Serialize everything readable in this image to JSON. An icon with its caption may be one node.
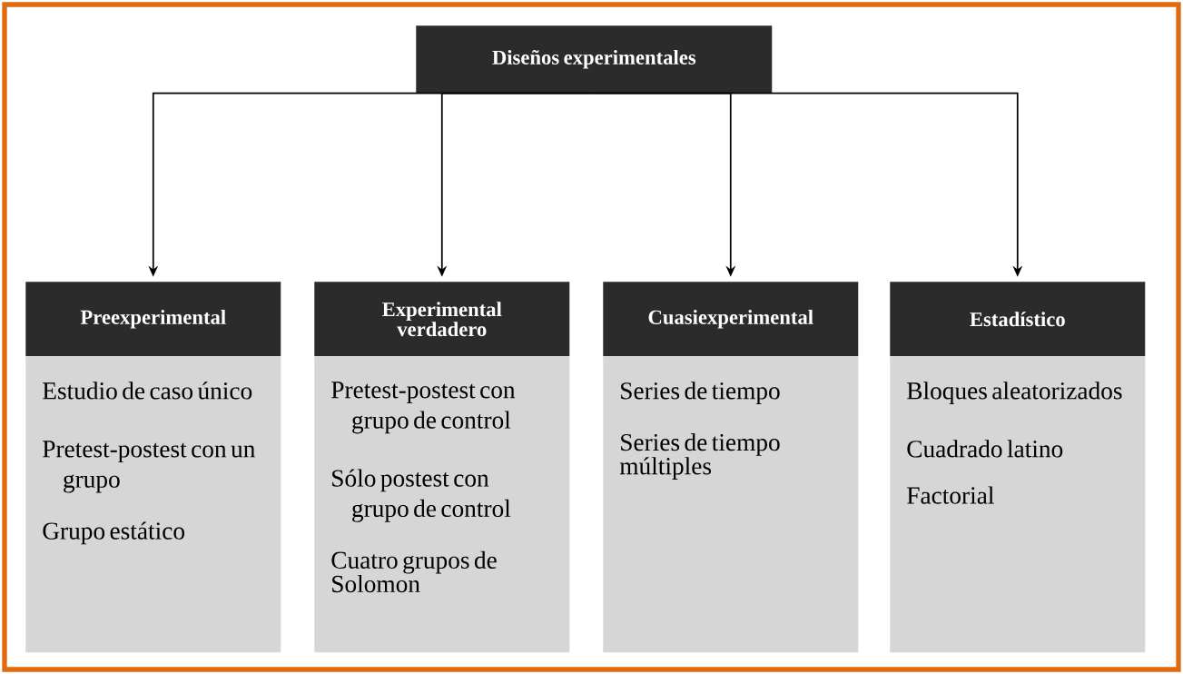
{
  "diagram": {
    "nodes": [
      {
        "text": [
          "Diseños experimentales"
        ]
      },
      {
        "text": [
          "Preexperimental"
        ]
      },
      {
        "text": [
          "Experimental verdadero"
        ]
      },
      {
        "text": [
          "Cuasiexperimental"
        ]
      },
      {
        "text": [
          "Estadístico"
        ]
      },
      {
        "text": [
          "Estudio de caso único",
          "Pretest-postest con un grupo",
          "Grupo estático"
        ]
      },
      {
        "text": [
          "Pretest-postest con grupo de control",
          "Sólo postest con grupo de control",
          "Cuatro grupos de Solomon"
        ]
      },
      {
        "text": [
          "Series de tiempo",
          "Series de tiempo múltiples"
        ]
      },
      {
        "text": [
          "Bloques aleatorizados",
          "Cuadrado latino",
          "Factorial"
        ]
      }
    ],
    "edges": [
      {
        "from": 0,
        "to": 1,
        "arrow": "to"
      },
      {
        "from": 0,
        "to": 2,
        "arrow": "to"
      },
      {
        "from": 0,
        "to": 3,
        "arrow": "to"
      },
      {
        "from": 0,
        "to": 4,
        "arrow": "to"
      }
    ]
  }
}
